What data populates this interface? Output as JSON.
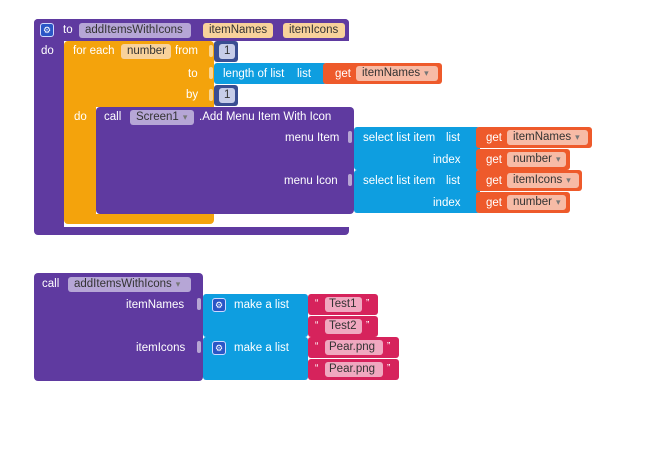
{
  "procedure": {
    "to": "to",
    "name": "addItemsWithIcons",
    "param1": "itemNames",
    "param2": "itemIcons",
    "do": "do"
  },
  "foreach": {
    "label": "for each",
    "var": "number",
    "from_label": "from",
    "from_value": "1",
    "to_label": "to",
    "length_label": "length of list",
    "list_label": "list",
    "get": "get",
    "get_var": "itemNames",
    "by_label": "by",
    "by_value": "1",
    "do": "do"
  },
  "call_menu": {
    "call": "call",
    "component": "Screen1",
    "method": ".Add Menu Item With Icon",
    "menu_item_label": "menu Item",
    "menu_icon_label": "menu Icon",
    "select_label": "select list item",
    "list_label": "list",
    "index_label": "index",
    "get": "get",
    "list1_var": "itemNames",
    "index1_var": "number",
    "list2_var": "itemIcons",
    "index2_var": "number"
  },
  "call_proc": {
    "call": "call",
    "name": "addItemsWithIcons",
    "arg1_label": "itemNames",
    "arg2_label": "itemIcons",
    "make_list": "make a list",
    "names": [
      "Test1",
      "Test2"
    ],
    "icons": [
      "Pear.png",
      "Pear.png"
    ]
  },
  "icons": {
    "mutator": "gear-icon",
    "dropdown": "chevron-down-icon"
  },
  "colors": {
    "procedure": "#5f3aa0",
    "control": "#f4a30c",
    "list": "#0e9ee0",
    "variable": "#ee5a2b",
    "text": "#d6235c",
    "math": "#3a4e92"
  }
}
